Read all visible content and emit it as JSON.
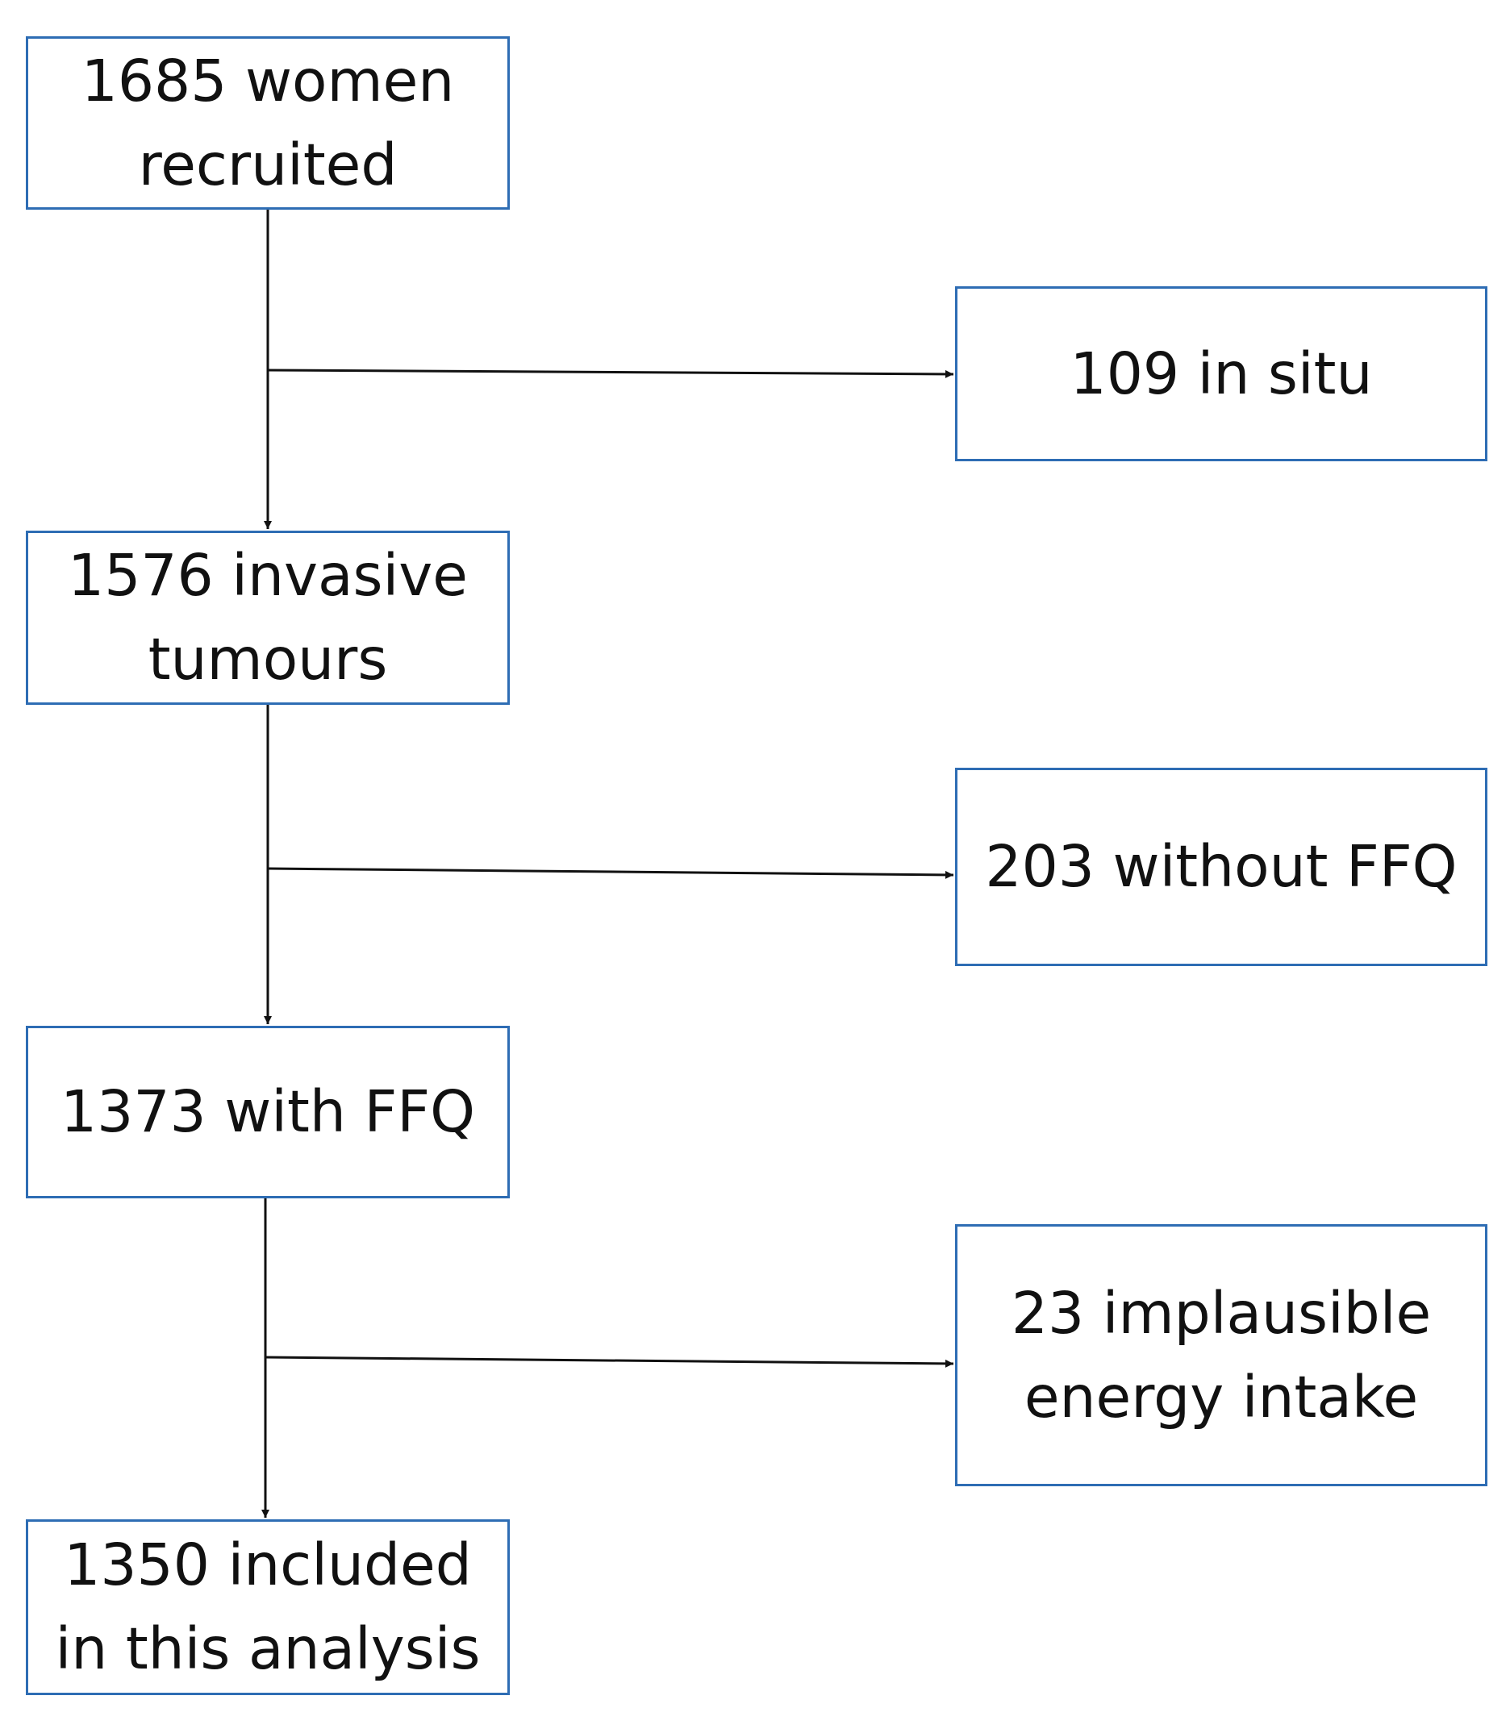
{
  "flowchart": {
    "main_steps": [
      {
        "id": "recruited",
        "label": "1685 women\nrecruited"
      },
      {
        "id": "invasive",
        "label": "1576 invasive\ntumours"
      },
      {
        "id": "with_ffq",
        "label": "1373 with FFQ"
      },
      {
        "id": "included",
        "label": "1350 included\nin this analysis"
      }
    ],
    "exclusions": [
      {
        "id": "in_situ",
        "label": "109 in situ"
      },
      {
        "id": "without_ffq",
        "label": "203 without FFQ"
      },
      {
        "id": "implausible",
        "label": "23 implausible\nenergy intake"
      }
    ]
  },
  "colors": {
    "box_border": "#2e6db4",
    "arrow": "#111111",
    "text": "#111111"
  }
}
